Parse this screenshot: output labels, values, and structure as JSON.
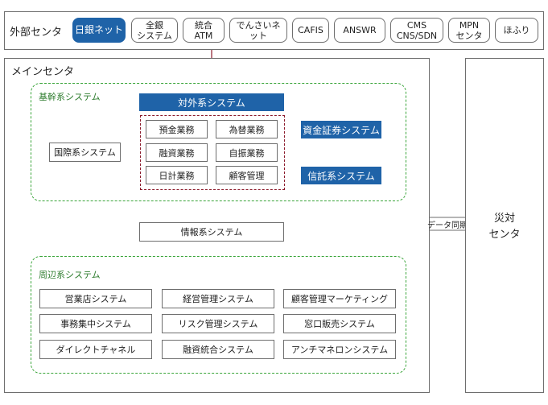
{
  "external": {
    "title": "外部センタ",
    "items": [
      {
        "label": "日銀ネット",
        "highlight": true
      },
      {
        "label": "全銀\nシステム",
        "highlight": false
      },
      {
        "label": "統合\nATM",
        "highlight": false
      },
      {
        "label": "でんさいネ\nット",
        "highlight": false
      },
      {
        "label": "CAFIS",
        "highlight": false
      },
      {
        "label": "ANSWR",
        "highlight": false
      },
      {
        "label": "CMS\nCNS/SDN",
        "highlight": false
      },
      {
        "label": "MPN\nセンタ",
        "highlight": false
      },
      {
        "label": "ほふり",
        "highlight": false
      }
    ]
  },
  "main_center": {
    "title": "メインセンタ",
    "core": {
      "title": "基幹系システム",
      "external_system": "対外系システム",
      "international": "国際系システム",
      "grid": [
        "預金業務",
        "為替業務",
        "融資業務",
        "自振業務",
        "日計業務",
        "顧客管理"
      ],
      "securities": "資金証券システム",
      "trust": "信託系システム"
    },
    "info_system": "情報系システム",
    "peripheral": {
      "title": "周辺系システム",
      "items": [
        "営業店システム",
        "経営管理システム",
        "顧客管理マーケティング",
        "事務集中システム",
        "リスク管理システム",
        "窓口販売システム",
        "ダイレクトチャネル",
        "融資統合システム",
        "アンチマネロンシステム"
      ]
    }
  },
  "sync_label": "データ同期",
  "disaster_center": "災対\nセンタ",
  "colors": {
    "accent_blue": "#1f63a8",
    "connector_red": "#8b1a2b",
    "dashed_green": "#3aa53a"
  }
}
